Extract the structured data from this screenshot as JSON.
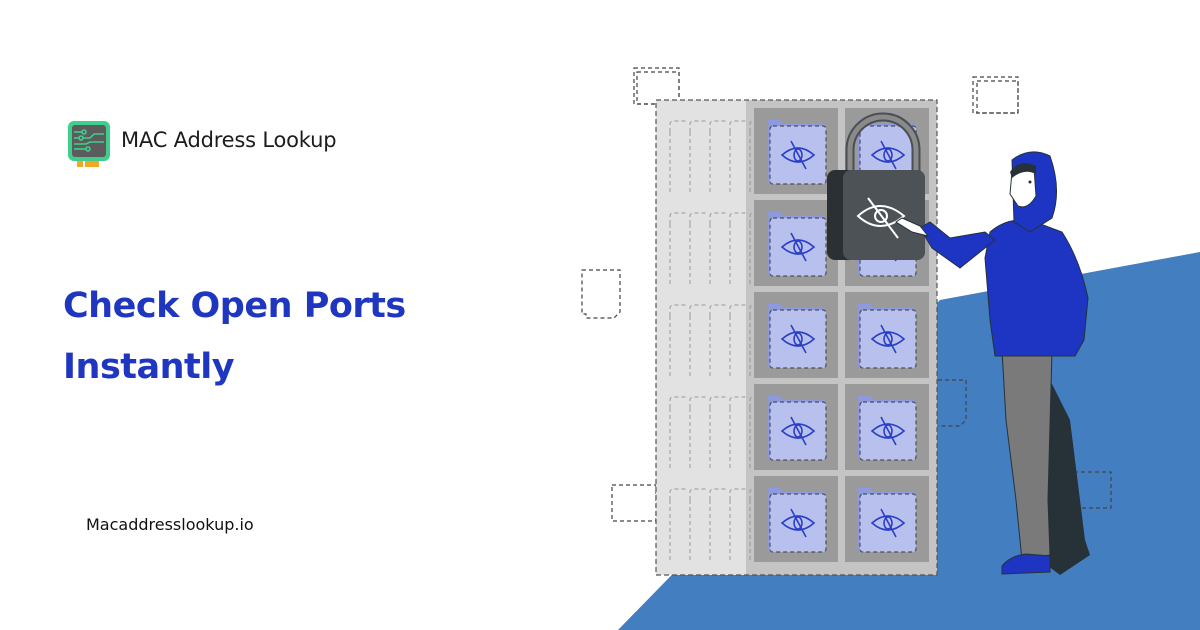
{
  "brand": {
    "title": "MAC Address Lookup",
    "logo_icon": "circuit-chip-icon"
  },
  "hero": {
    "headline_line1": "Check Open Ports",
    "headline_line2": "Instantly"
  },
  "footer": {
    "domain": "Macaddresslookup.io"
  },
  "illustration": {
    "subject": "person-pointing-at-padlock-on-file-cabinet",
    "cabinet_rows": 5,
    "cabinet_cols": 2,
    "cell_icon": "eye-slash-folder-icon",
    "lock_icon": "padlock-eye-slash-icon"
  },
  "colors": {
    "headline": "#1f37c0",
    "background_shape": "#427ec0",
    "hoodie": "#1d35c2",
    "folder_fill": "#b8c1ee",
    "folder_tab": "#8d99e0",
    "cell_bg": "#9a9a9a",
    "cabinet_right": "#c4c4c4",
    "cabinet_left": "#e2e2e2",
    "padlock_body": "#4a4f53",
    "pants": "#7a7a7a",
    "logo_green": "#3ecf8e",
    "logo_chip": "#5a5a5a"
  }
}
